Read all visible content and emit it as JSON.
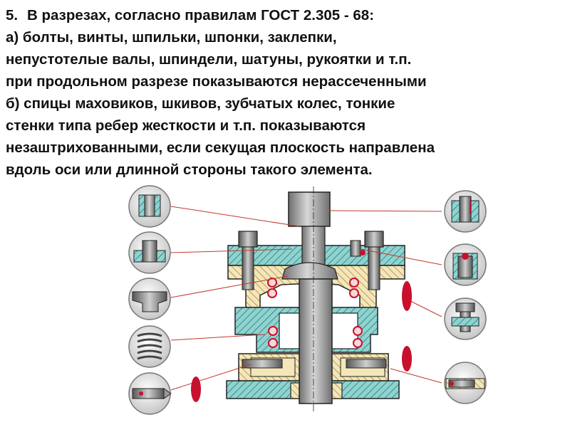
{
  "heading": {
    "number": "5.",
    "text": "В разрезах, согласно правилам ГОСТ 2.305 - 68:"
  },
  "lines": [
    "а) болты, винты, шпильки, шпонки, заклепки,",
    "непустотелые валы, шпиндели, шатуны, рукоятки и т.п.",
    "при продольном разрезе показываются нерассеченными",
    "б) спицы маховиков, шкивов, зубчатых колес, тонкие",
    "стенки типа ребер жесткости и т.п. показываются",
    "незаштрихованными, если секущая плоскость направлена",
    "вдоль оси или длинной стороны такого элемента."
  ],
  "colors": {
    "text": "#111111",
    "hatch_fill": "#8fd3d0",
    "hatch_line": "#1a6e6e",
    "body_fill": "#f4e6b8",
    "shaft_fill": "#a9a9a9",
    "leader": "#c0392b",
    "marker": "#c8102e"
  },
  "icons": [
    "set-screw-icon",
    "bolt-head-icon",
    "rivet-icon",
    "spring-icon",
    "pin-icon",
    "bolt-top-icon",
    "set-screw-detail-icon",
    "bolt-nut-icon",
    "key-pin-icon"
  ]
}
